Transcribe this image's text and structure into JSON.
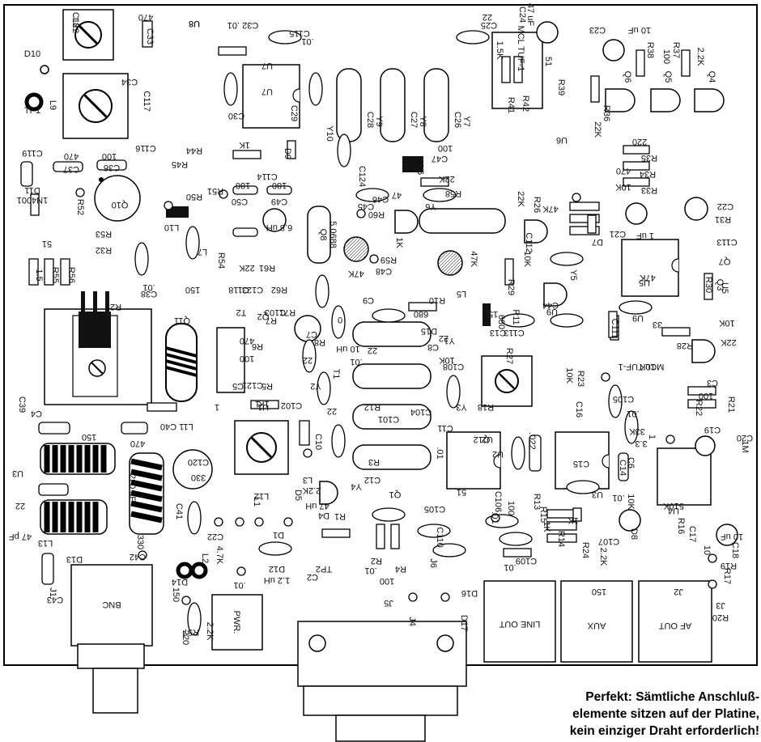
{
  "caption": {
    "line1": "Perfekt: Sämtliche Anschluß-",
    "line2": "elemente sitzen auf der Platine,",
    "line3": "kein einziger Draht erforderlich!"
  },
  "connectors": {
    "bnc": "BNC",
    "pwr": "PWR.",
    "line_out": "LINE OUT",
    "aux": "AUX",
    "af_out": "AF OUT"
  },
  "ic_labels": [
    "U1",
    "U2",
    "U3",
    "U4",
    "U5",
    "U6",
    "U7",
    "U8",
    "U9"
  ],
  "component_labels": [
    "L8",
    "470",
    "C33",
    "C32 .01",
    "U8",
    "C115",
    ".01",
    "C25",
    "22",
    "C24",
    "47 uF",
    "C23",
    "10 uF",
    "100",
    "2.2K",
    "D10",
    "TP1",
    "L9",
    "C34",
    "C117",
    "C116",
    "D9",
    "C29",
    "C30",
    "U7",
    "C28",
    "C27",
    "C26",
    "Y9",
    "Y8",
    "Y7",
    "R42",
    "R41",
    "R39",
    "51",
    "1.5K",
    "MCL TUF-1",
    "R38",
    "R37",
    "Q6",
    "Q5",
    "Q4",
    "R36",
    "22K",
    "220",
    "C119",
    "C37",
    "C36",
    "470",
    "100",
    "R45",
    "R44",
    "1K",
    "C114",
    "Y10",
    "C124",
    "L6",
    "3.3",
    "C47",
    "100",
    "R35",
    "470",
    "R34",
    "R33",
    "10K",
    "D11",
    "1N4001",
    "R52",
    "Q10",
    "L10",
    "C50",
    "C49",
    "180",
    "180",
    "R50",
    "R51",
    "C46",
    "47",
    "R58",
    "22K",
    "22K",
    "R26",
    "47K",
    "R31",
    "C22",
    "1 uF",
    "C21",
    "D7",
    "R32",
    "R53",
    "51",
    "1.5",
    "R55",
    "R56",
    "R54",
    "L7",
    "6.8 uH",
    "Q8",
    "5.0688",
    "Y6",
    "C45",
    "R60",
    "1K",
    "Q7",
    "C113",
    ".01",
    "C38",
    "150",
    "C118",
    "C123",
    "R62",
    "R61",
    "22K",
    "47K",
    "C48",
    "R59",
    "47K",
    "Y5",
    "C112",
    "10K",
    "Q3",
    "R30",
    "47K",
    "U5",
    "10K",
    "R29",
    "R25",
    "Q11",
    "T2",
    "C103",
    "R71",
    "0",
    "C9",
    "680",
    "R10",
    "150",
    "680",
    "R11",
    "L5",
    "C44",
    "U9",
    "C111",
    "D15",
    "22",
    "C7",
    "Q2",
    "R7",
    "470",
    "R6",
    "100",
    "R8",
    "C113",
    "C13",
    "22",
    "10 uH",
    "C8",
    "Y1",
    "33",
    "R28",
    "22K",
    "Q12",
    "C105",
    "1",
    "C5",
    "R5",
    "1K",
    "C102",
    "Y2",
    "22",
    "T1",
    ".01",
    "10K",
    "C108",
    "R27",
    "10K",
    "R23",
    "10K",
    "MCL TUF-1",
    "C3",
    "100",
    "C121",
    "1",
    "L11",
    "C40",
    "150",
    "C39",
    "C4",
    "470",
    "C10",
    "22",
    "R12",
    "C104",
    "Y3",
    ".01",
    "R18",
    "C16",
    ".01",
    "33K",
    "R22",
    "R21",
    "1M",
    "C20",
    "3.3",
    "1",
    "C19",
    "D5",
    "L3",
    "2.2K",
    "R3",
    "C101",
    "C11",
    "U2",
    ".022",
    "C14",
    "C6",
    "C15",
    ".01",
    "U3",
    "330",
    "C120",
    "220 uF",
    "L12",
    "L1",
    "47 uH",
    "Q1",
    "C12",
    "Y4",
    "22",
    "C41",
    "C22",
    "D1",
    "D4",
    "R1",
    "51",
    "C105",
    ".01",
    "C106",
    "100",
    "R13",
    "10K",
    "R16",
    "510K",
    "C18",
    "10 uF",
    "R15",
    "1K",
    "R14",
    "1K",
    "D8",
    "C107",
    "10",
    "C17",
    "47 pF",
    "L13",
    "330",
    "D13",
    "C42",
    "J6",
    "C110",
    ".01",
    "C109",
    "R24",
    "2.2K",
    "R17",
    "R19",
    "4.7K",
    "D12",
    "1.2 uH",
    "L2",
    "TP2",
    "C2",
    ".01",
    "R2",
    "100",
    "R4",
    "150",
    "J2",
    "J1",
    "C43",
    "150",
    "D14",
    ".01",
    "J5",
    "J4",
    "D17",
    "D16",
    "J3",
    "R20",
    "220",
    "R57",
    "2.2K",
    "C122"
  ]
}
